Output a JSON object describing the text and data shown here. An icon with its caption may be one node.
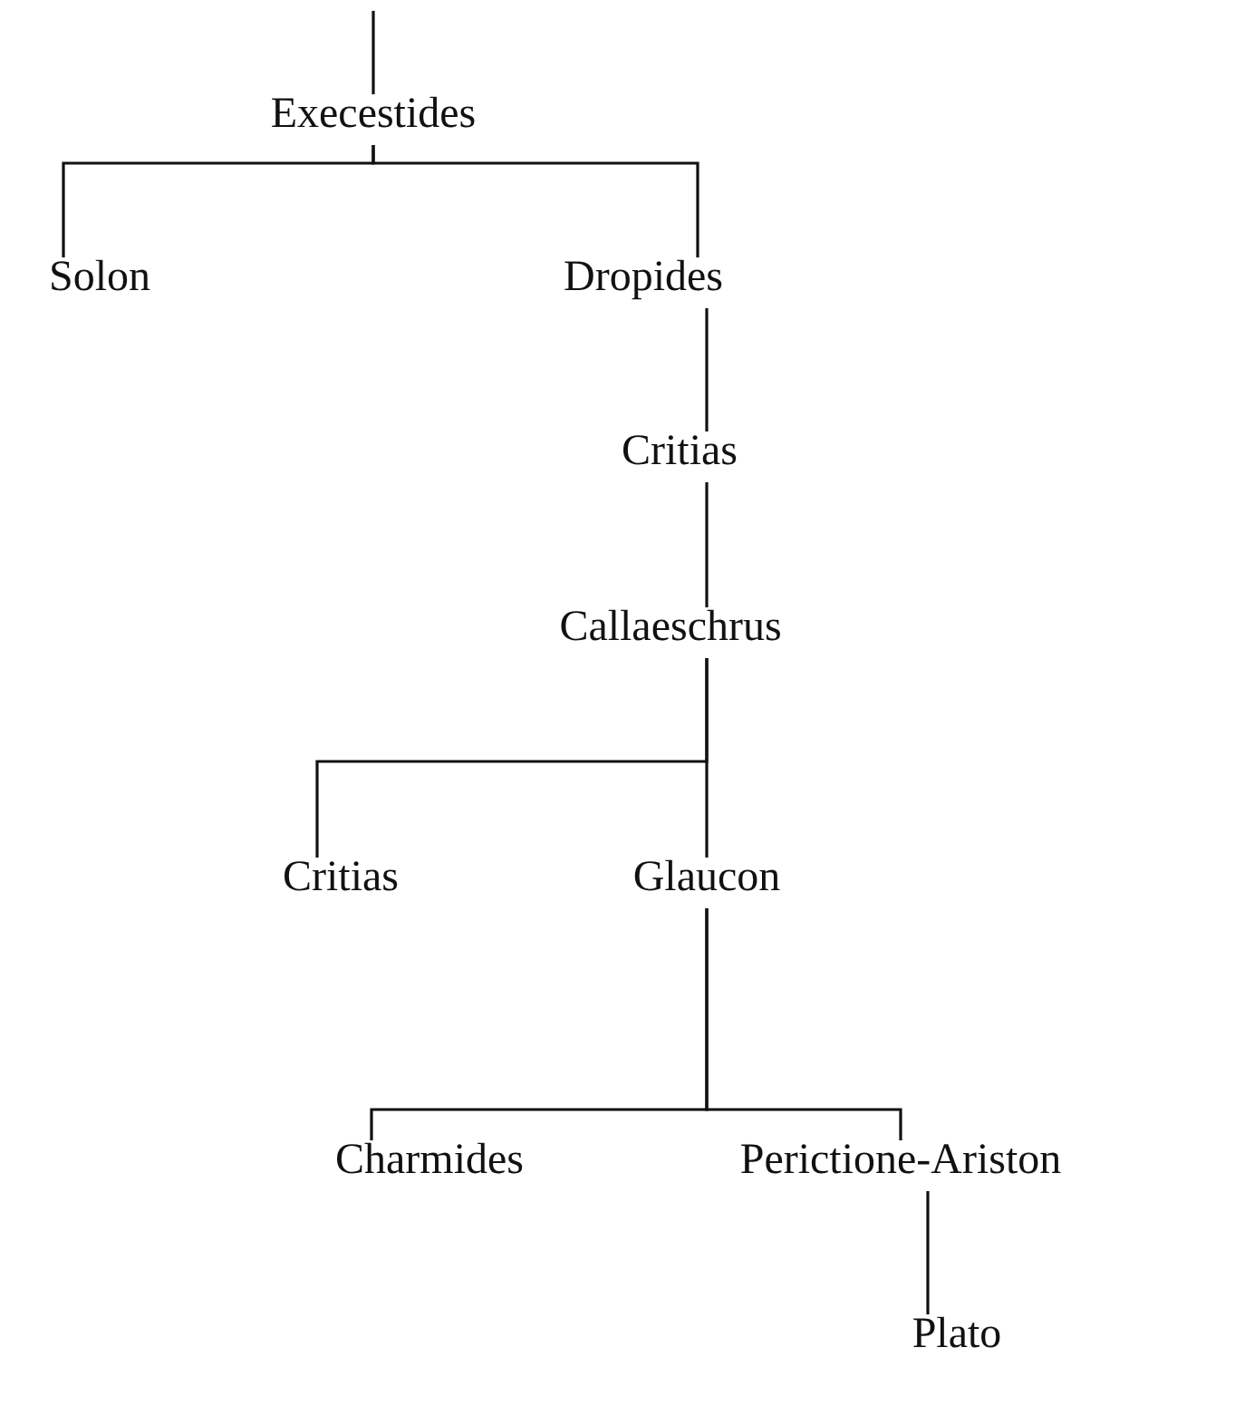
{
  "diagram": {
    "nodes": [
      {
        "text": [
          "Execestides"
        ]
      },
      {
        "text": [
          "Solon"
        ]
      },
      {
        "text": [
          "Dropides"
        ]
      },
      {
        "text": [
          "Critias"
        ]
      },
      {
        "text": [
          "Callaeschrus"
        ]
      },
      {
        "text": [
          "Critias"
        ]
      },
      {
        "text": [
          "Glaucon"
        ]
      },
      {
        "text": [
          "Charmides"
        ]
      },
      {
        "text": [
          "Perictione-Ariston"
        ]
      },
      {
        "text": [
          "Plato"
        ]
      }
    ],
    "edges": [
      {
        "from": null,
        "to": 0,
        "arrow": "none"
      },
      {
        "from": 0,
        "to": 1,
        "arrow": "none"
      },
      {
        "from": 0,
        "to": 2,
        "arrow": "none"
      },
      {
        "from": 2,
        "to": 3,
        "arrow": "none"
      },
      {
        "from": 3,
        "to": 4,
        "arrow": "none"
      },
      {
        "from": 4,
        "to": 5,
        "arrow": "none"
      },
      {
        "from": 4,
        "to": 6,
        "arrow": "none"
      },
      {
        "from": 6,
        "to": 7,
        "arrow": "none"
      },
      {
        "from": 6,
        "to": 8,
        "arrow": "none"
      },
      {
        "from": 8,
        "to": 9,
        "arrow": "none"
      }
    ]
  }
}
